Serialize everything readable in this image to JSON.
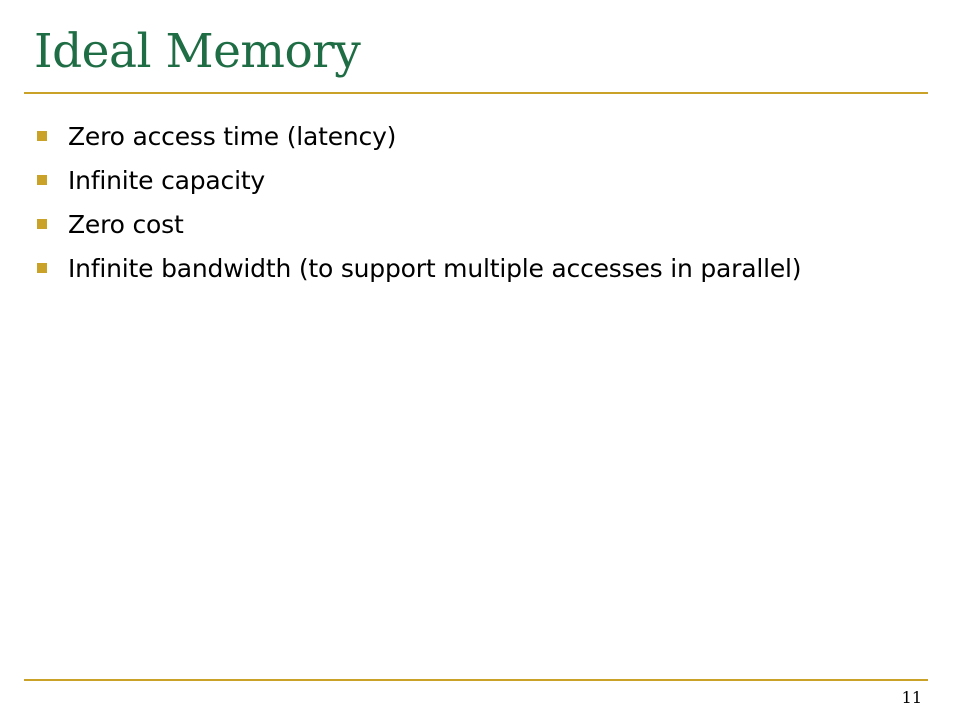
{
  "slide": {
    "title": "Ideal Memory",
    "bullets": [
      "Zero access time (latency)",
      "Infinite capacity",
      "Zero cost",
      "Infinite bandwidth (to support multiple accesses in parallel)"
    ],
    "page_number": "11"
  },
  "colors": {
    "title": "#1f6d45",
    "rule": "#c9a227",
    "bullet": "#c9a227"
  }
}
